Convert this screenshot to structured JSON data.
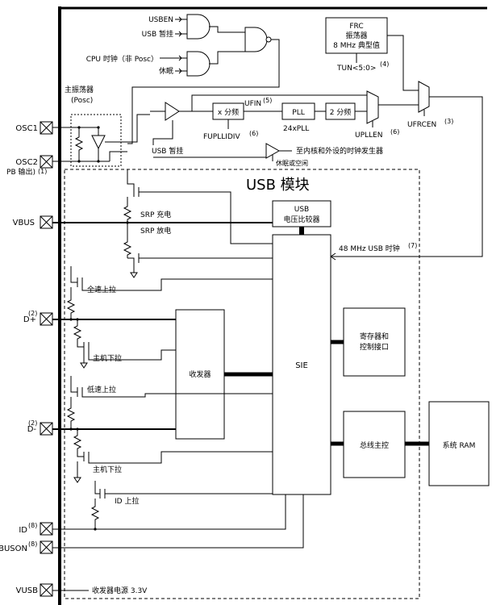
{
  "labels": {
    "usben": "USBEN",
    "usb_suspend_top": "USB 暂挂",
    "cpu_clock": "CPU 时钟（非 Posc）",
    "sleep": "休眠",
    "primary_osc": "主振荡器",
    "posc": "(Posc)",
    "osc1": "OSC1",
    "osc2": "OSC2",
    "pb_out": "PB 输出)",
    "pb_out_note": "(1)",
    "frc_line1": "FRC",
    "frc_line2": "振荡器",
    "frc_line3": "8 MHz 典型值",
    "tun": "TUN<5:0>",
    "tun_note": "(4)",
    "ufin": "UFIN",
    "ufin_note": "(5)",
    "x_div": "x 分频",
    "pll": "PLL",
    "div2": "2 分频",
    "fpllidiv": "FUPLLIDIV",
    "fpllidiv_note": "(6)",
    "pll24": "24xPLL",
    "upllen": "UPLLEN",
    "upllen_note": "(6)",
    "ufrcen": "UFRCEN",
    "ufrcen_note": "(3)",
    "usb_suspend_mid": "USB 暂挂",
    "to_core": "至内核和外设的时钟发生器",
    "sleep_idle": "休眠或空闲",
    "usb_module": "USB 模块",
    "comparator_line1": "USB",
    "comparator_line2": "电压比较器",
    "srp_charge": "SRP 充电",
    "srp_discharge": "SRP 放电",
    "vbus": "VBUS",
    "usb_clock": "48 MHz USB 时钟",
    "usb_clock_note": "(7)",
    "full_speed_pullup": "全速上拉",
    "dplus": "D+",
    "dplus_note": "(2)",
    "host_pulldown_1": "主机下拉",
    "transceiver": "收发器",
    "sie": "SIE",
    "reg_line1": "寄存器和",
    "reg_line2": "控制接口",
    "low_speed_pullup": "低速上拉",
    "dminus": "D-",
    "dminus_note": "(2)",
    "bus_master": "总线主控",
    "system_ram": "系统 RAM",
    "host_pulldown_2": "主机下拉",
    "id_pullup": "ID 上拉",
    "id": "ID",
    "id_note": "(8)",
    "vbuson": "VBUSON",
    "vbuson_note": "(8)",
    "vusb": "VUSB",
    "vusb_desc": "收发器电源 3.3V"
  }
}
